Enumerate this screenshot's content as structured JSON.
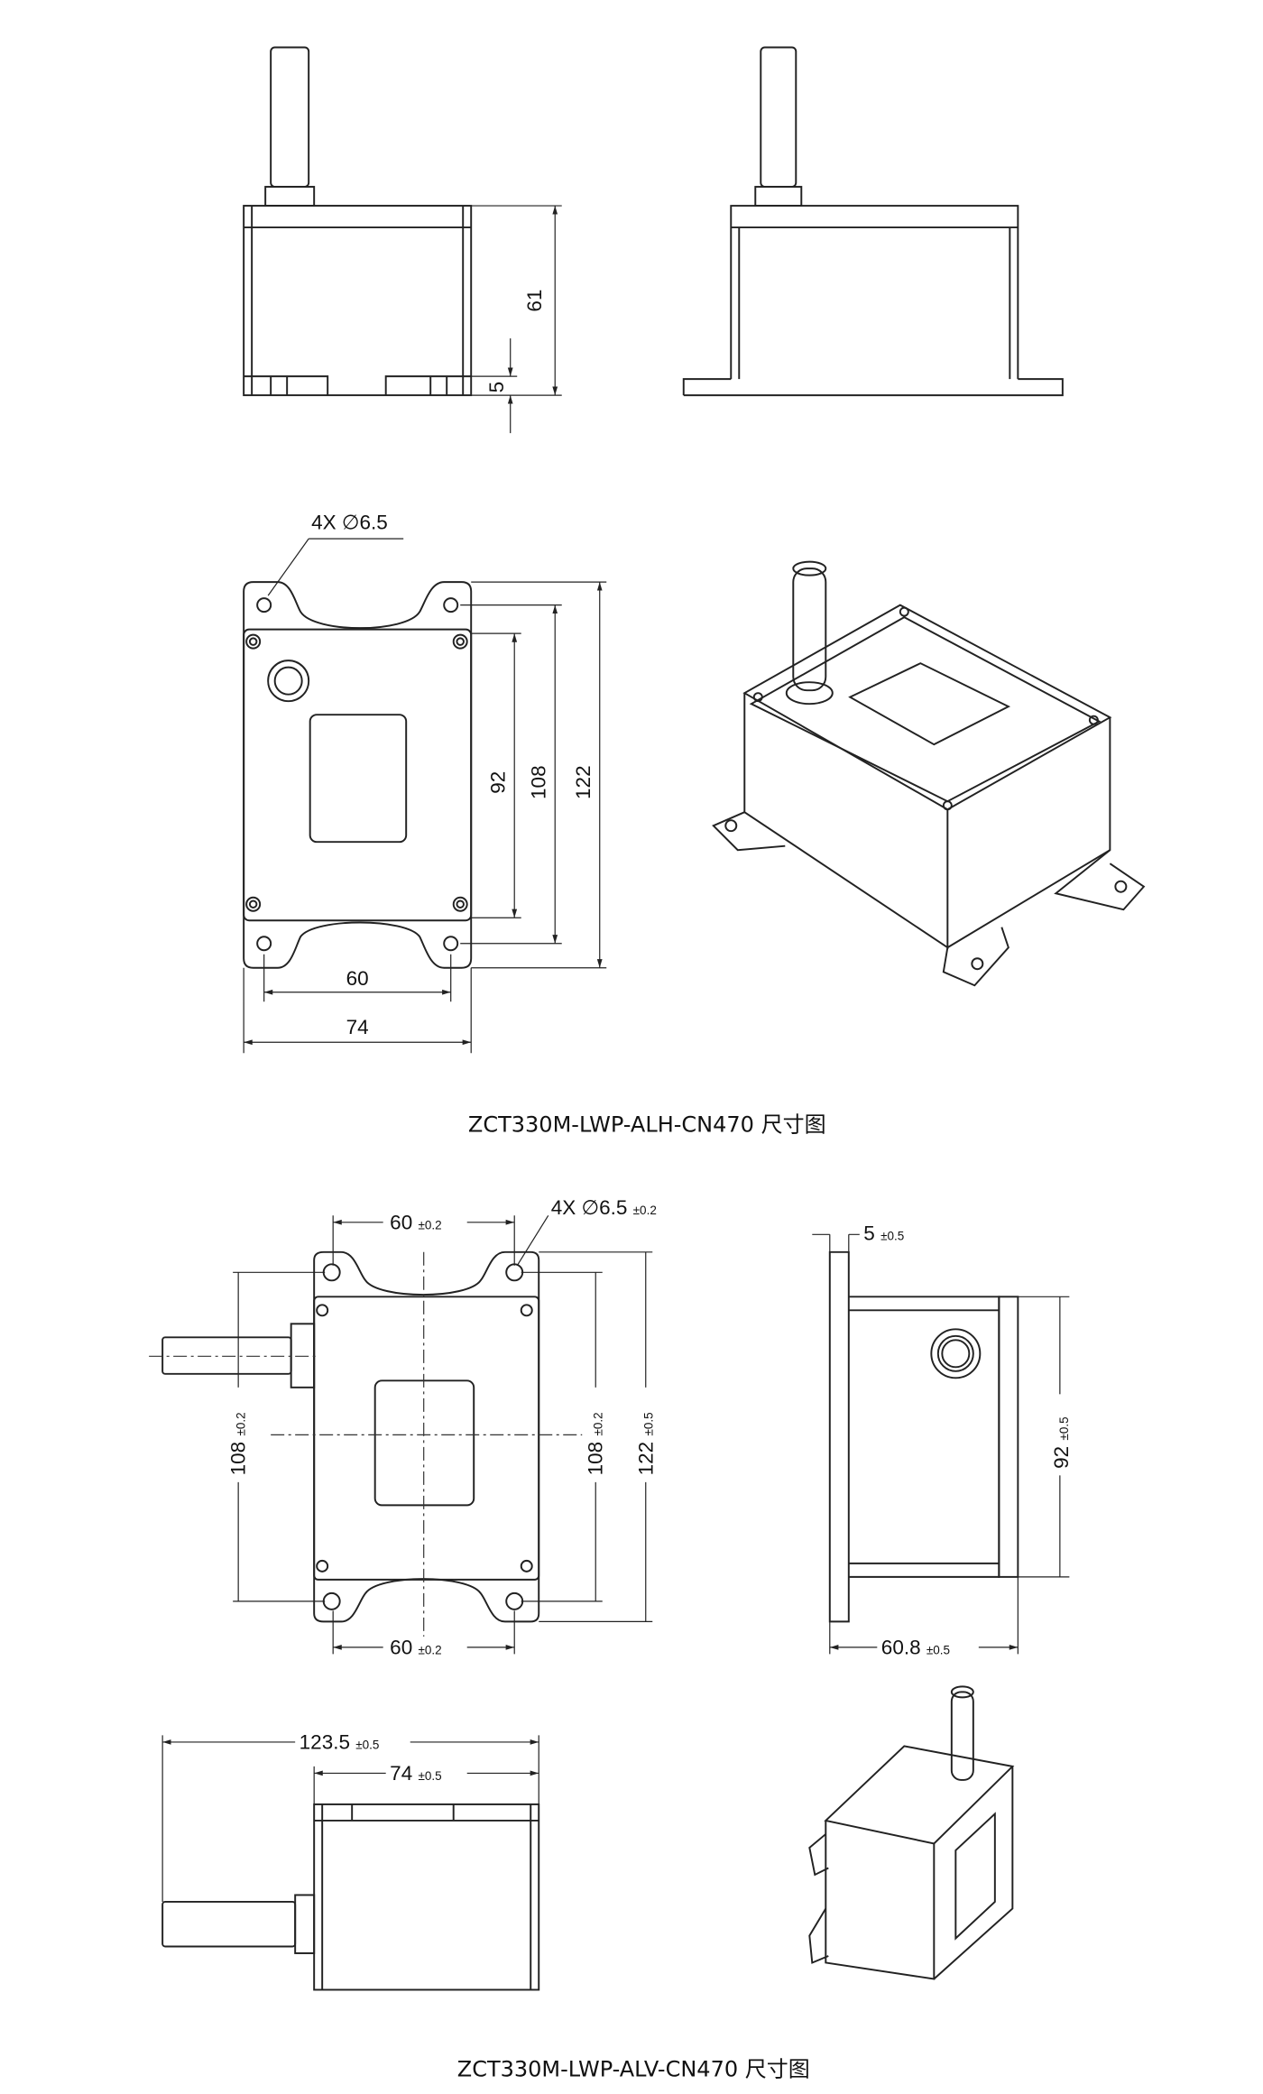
{
  "section1": {
    "caption": "ZCT330M-LWP-ALH-CN470 尺寸图",
    "front_height": "61",
    "foot_height": "5",
    "hole_label": "4X ∅6.5",
    "dim_92": "92",
    "dim_108": "108",
    "dim_122": "122",
    "dim_60": "60",
    "dim_74": "74"
  },
  "section2": {
    "caption": "ZCT330M-LWP-ALV-CN470 尺寸图",
    "top_60": "60",
    "top_60_tol": "±0.2",
    "bottom_60": "60",
    "bottom_60_tol": "±0.2",
    "hole_label": "4X ∅6.5",
    "hole_tol": "±0.2",
    "left_108": "108",
    "left_108_tol": "±0.2",
    "right_108": "108",
    "right_108_tol": "±0.2",
    "dim_122": "122",
    "dim_122_tol": "±0.5",
    "flange_5": "5",
    "flange_5_tol": "±0.5",
    "dim_92": "92",
    "dim_92_tol": "±0.5",
    "depth_60_8": "60.8",
    "depth_60_8_tol": "±0.5",
    "length_123_5": "123.5",
    "length_123_5_tol": "±0.5",
    "width_74": "74",
    "width_74_tol": "±0.5"
  }
}
